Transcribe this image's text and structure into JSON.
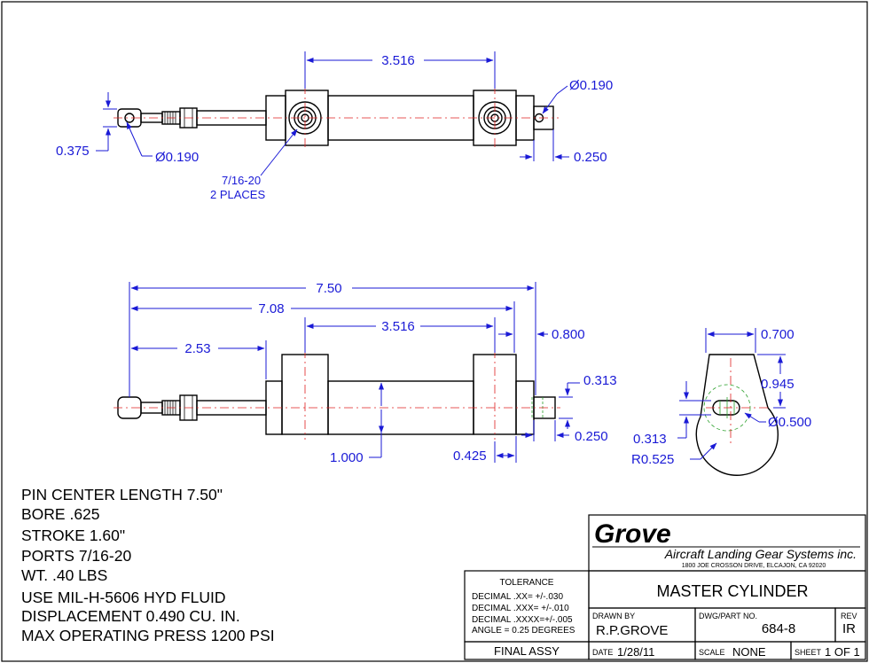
{
  "dimensions": {
    "top_center": "3.516",
    "top_hole_right": "Ø0.190",
    "top_left_width": "0.375",
    "top_hole_left": "Ø0.190",
    "top_right_offset": "0.250",
    "port_label_line1": "7/16-20",
    "port_label_line2": "2 PLACES",
    "side_overall": "7.50",
    "side_708": "7.08",
    "side_253": "2.53",
    "side_center": "3.516",
    "side_0800": "0.800",
    "side_0313": "0.313",
    "side_0250": "0.250",
    "side_1000": "1.000",
    "side_0425": "0.425",
    "end_0700": "0.700",
    "end_0945": "0.945",
    "end_0500": "Ø0.500",
    "end_0313": "0.313",
    "end_r0525": "R0.525"
  },
  "notes": [
    "PIN CENTER LENGTH 7.50\"",
    "BORE .625",
    "STROKE 1.60\"",
    "PORTS  7/16-20",
    "WT.  .40 LBS",
    "USE MIL-H-5606 HYD FLUID",
    "DISPLACEMENT 0.490 CU. IN.",
    "MAX OPERATING PRESS 1200 PSI"
  ],
  "title_block": {
    "company": "Grove",
    "company_sub": "Aircraft Landing Gear Systems inc.",
    "address": "1800 JOE CROSSON DRIVE, ELCAJON, CA 92020",
    "tolerance_title": "TOLERANCE",
    "tolerance_lines": [
      "DECIMAL  .XX=  +/-.030",
      "DECIMAL  .XXX= +/-.010",
      "DECIMAL  .XXXX=+/-.005",
      "ANGLE = 0.25 DEGREES"
    ],
    "title": "MASTER CYLINDER",
    "drawn_by_label": "DRAWN  BY",
    "drawn_by": "R.P.GROVE",
    "dwg_label": "DWG/PART  NO.",
    "dwg_no": "684-8",
    "rev_label": "REV",
    "rev": "IR",
    "final_assy": "FINAL ASSY",
    "date_label": "DATE",
    "date": "1/28/11",
    "scale_label": "SCALE",
    "scale": "NONE",
    "sheet_label": "SHEET",
    "sheet": "1 OF 1"
  }
}
